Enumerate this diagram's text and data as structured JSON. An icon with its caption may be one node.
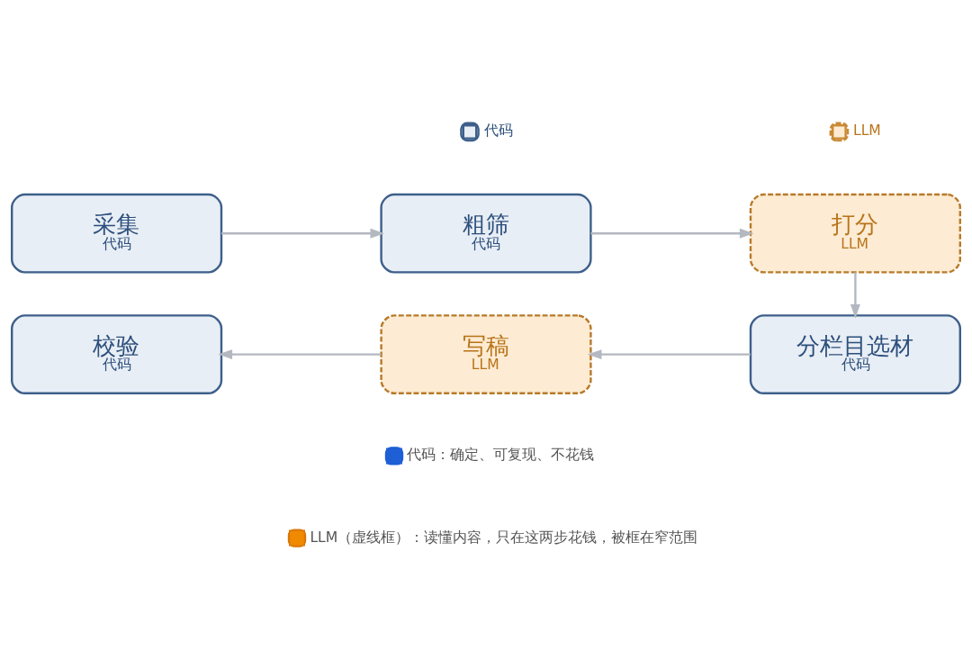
{
  "diagram": {
    "nodes": [
      {
        "text": [
          "采集",
          "代码"
        ]
      },
      {
        "text": [
          "粗筛",
          "代码"
        ]
      },
      {
        "text": [
          "打分",
          "LLM"
        ]
      },
      {
        "text": [
          "分栏目选材",
          "代码"
        ]
      },
      {
        "text": [
          "写稿",
          "LLM"
        ]
      },
      {
        "text": [
          "校验",
          "代码"
        ]
      }
    ],
    "edges": [
      {
        "from": 0,
        "to": 1,
        "arrow": "to"
      },
      {
        "from": 1,
        "to": 2,
        "arrow": "to"
      },
      {
        "from": 2,
        "to": 3,
        "arrow": "to"
      },
      {
        "from": 3,
        "to": 4,
        "arrow": "to"
      },
      {
        "from": 4,
        "to": 5,
        "arrow": "to"
      }
    ],
    "legend": [
      {
        "text": "代码",
        "color": "#e8eef5"
      },
      {
        "text": "LLM",
        "color": "#fdebd3"
      },
      {
        "text": "代码：确定、可复现、不花钱",
        "color": "#1e5fd6"
      },
      {
        "text": "LLM（虚线框）：读懂内容，只在这两步花钱，被框在窄范围",
        "color": "#f08a00"
      }
    ]
  }
}
